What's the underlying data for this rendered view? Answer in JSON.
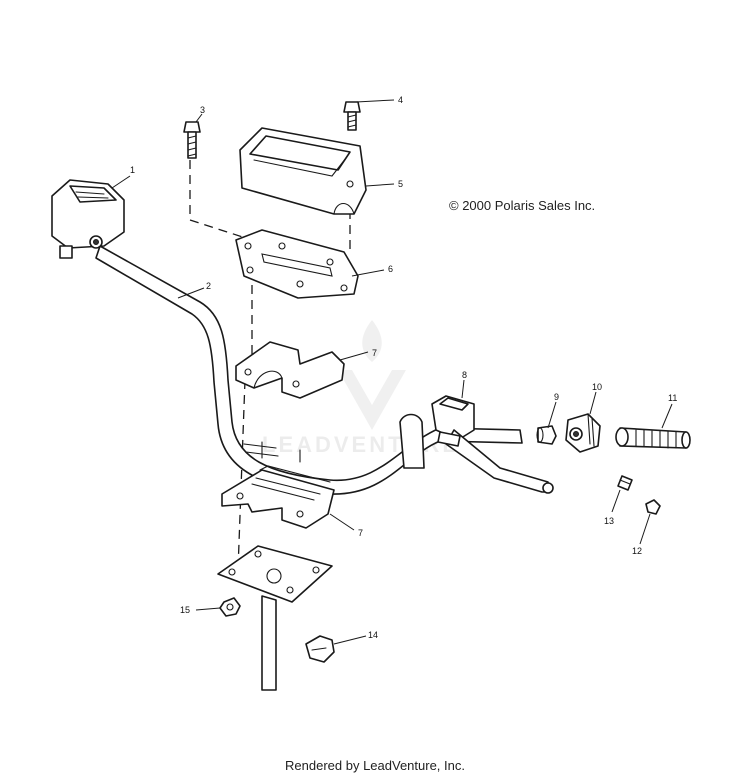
{
  "copyright": "© 2000 Polaris Sales Inc.",
  "footer": "Rendered by LeadVenture, Inc.",
  "watermark": "LEADVENTURE",
  "callouts": {
    "c1": "1",
    "c2": "2",
    "c3": "3",
    "c4": "4",
    "c5": "5",
    "c6": "6",
    "c7a": "7",
    "c7b": "7",
    "c8": "8",
    "c9": "9",
    "c10": "10",
    "c11": "11",
    "c12": "12",
    "c13": "13",
    "c14": "14",
    "c15": "15"
  }
}
